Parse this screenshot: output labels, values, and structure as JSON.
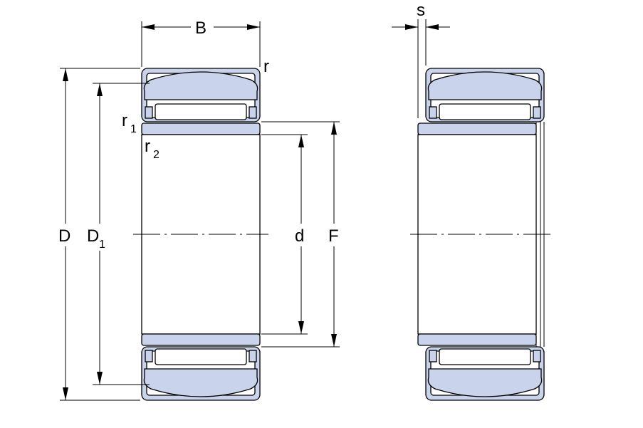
{
  "labels": {
    "B": "B",
    "r": "r",
    "r1": "r",
    "r1_sub": "1",
    "r2": "r",
    "r2_sub": "2",
    "D": "D",
    "D1": "D",
    "D1_sub": "1",
    "d": "d",
    "F": "F",
    "s": "s"
  },
  "colors": {
    "bearing_fill": "#c9d3ec",
    "outline": "#000000",
    "background": "#ffffff"
  }
}
